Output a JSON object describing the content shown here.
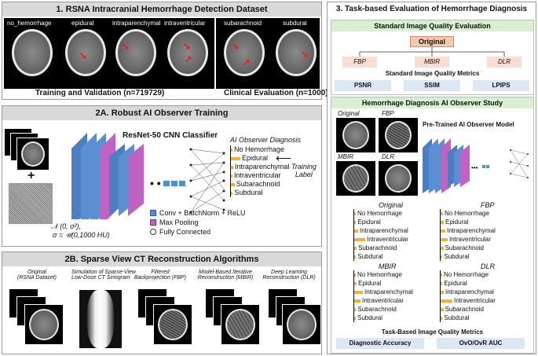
{
  "panel1": {
    "title": "1.  RSNA Intracranial Hemorrhage Detection Dataset",
    "types": [
      "no_hemorrhage",
      "epidural",
      "intraparenchymal",
      "intraventricular",
      "subarachnoid",
      "subdural"
    ],
    "train_label": "Training and Validation (n=719729)",
    "eval_label": "Clinical Evaluation (n=1000)"
  },
  "panel2a": {
    "title": "2A. Robust AI Observer Training",
    "classifier": "ResNet-50 CNN Classifier",
    "diagnosis_title": "AI Observer Diagnosis",
    "classes": [
      "No Hemorrhage",
      "Epidural",
      "Intraparenchymal",
      "Intraventricular",
      "Subarachnoid",
      "Subdural"
    ],
    "training_label": [
      "Training",
      "Label"
    ],
    "noise_line1": "𝒩 (0, σ²),",
    "noise_line2": "σ = 𝒰(0,1000 HU)",
    "legend": [
      "Conv + BatchNorm + ReLU",
      "Max Pooling",
      "Fully Connected"
    ],
    "plus": "+"
  },
  "panel2b": {
    "title": "2B. Sparse View CT Reconstruction Algorithms",
    "captions": [
      [
        "Original",
        "(RSNA Dataset)"
      ],
      [
        "Simulation of Sparse-View",
        "Low-Dose CT Sinogram"
      ],
      [
        "Filtered",
        "Backprojection (FBP)"
      ],
      [
        "Model-Based Iterative",
        "Reconstruction (MBIR)"
      ],
      [
        "Deep Learning",
        "Reconstruction (DLR)"
      ]
    ]
  },
  "panel3": {
    "title": "3. Task-based Evaluation of Hemorrhage Diagnosis",
    "std_title": "Standard Image Quality Evaluation",
    "original": "Original",
    "methods": [
      "FBP",
      "MBIR",
      "DLR"
    ],
    "std_metrics_title": "Standard Image Quality Metrics",
    "std_metrics": [
      "PSNR",
      "SSIM",
      "LPIPS"
    ],
    "study_title": "Hemorrhage Diagnosis AI Observer Study",
    "thumb_labels": [
      "Original",
      "FBP",
      "MBIR",
      "DLR"
    ],
    "pretrained": "Pre-Trained AI Observer Model",
    "chart_titles": [
      "Original",
      "FBP",
      "MBIR",
      "DLR"
    ],
    "task_metrics_title": "Task-Based Image Quality Metrics",
    "task_metrics": [
      "Diagnostic Accuracy",
      "OvO/OvR AUC"
    ]
  },
  "chart_data": [
    {
      "type": "bar",
      "title": "AI Observer Diagnosis",
      "categories": [
        "No Hemorrhage",
        "Epidural",
        "Intraparenchymal",
        "Intraventricular",
        "Subarachnoid",
        "Subdural"
      ],
      "values": [
        0.05,
        0.5,
        0.12,
        0.08,
        0.2,
        0.1
      ]
    },
    {
      "type": "bar",
      "title": "Original",
      "categories": [
        "No Hemorrhage",
        "Epidural",
        "Intraparenchymal",
        "Intraventricular",
        "Subarachnoid",
        "Subdural"
      ],
      "values": [
        0.1,
        0.12,
        0.25,
        0.7,
        0.15,
        0.12
      ]
    },
    {
      "type": "bar",
      "title": "FBP",
      "categories": [
        "No Hemorrhage",
        "Epidural",
        "Intraparenchymal",
        "Intraventricular",
        "Subarachnoid",
        "Subdural"
      ],
      "values": [
        0.15,
        0.2,
        0.3,
        0.45,
        0.18,
        0.12
      ]
    },
    {
      "type": "bar",
      "title": "MBIR",
      "categories": [
        "No Hemorrhage",
        "Epidural",
        "Intraparenchymal",
        "Intraventricular",
        "Subarachnoid",
        "Subdural"
      ],
      "values": [
        0.1,
        0.15,
        0.55,
        0.4,
        0.12,
        0.1
      ]
    },
    {
      "type": "bar",
      "title": "DLR",
      "categories": [
        "No Hemorrhage",
        "Epidural",
        "Intraparenchymal",
        "Intraventricular",
        "Subarachnoid",
        "Subdural"
      ],
      "values": [
        0.1,
        0.12,
        0.2,
        0.75,
        0.18,
        0.12
      ]
    }
  ]
}
